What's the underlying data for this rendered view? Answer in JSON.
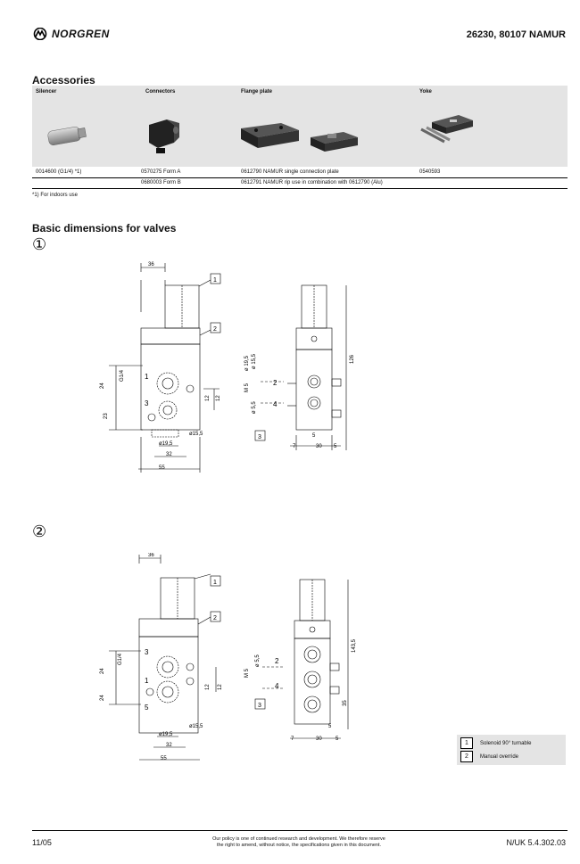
{
  "header": {
    "brand": "NORGREN",
    "doc_title": "26230, 80107 NAMUR"
  },
  "accessories": {
    "title": "Accessories",
    "columns": [
      "Silencer",
      "Connectors",
      "Flange plate",
      "Yoke"
    ],
    "rows": [
      [
        "0014600 (G1/4) *1)",
        "0570275 Form A",
        "0612790 NAMUR single connection plate",
        "0540593"
      ],
      [
        "",
        "0680003 Form B",
        "0612791 NAMUR rip use in combination with 0612790 (Alu)",
        ""
      ]
    ],
    "footnote": "*1) For indoors use"
  },
  "dimensions": {
    "title": "Basic dimensions for valves",
    "figure1_number": "①",
    "figure2_number": "②"
  },
  "legend": [
    {
      "num": "1",
      "text": "Solenoid 90° turnable"
    },
    {
      "num": "2",
      "text": "Manual override"
    }
  ],
  "footer": {
    "left": "11/05",
    "middle_line1": "Our policy is one of continued research and development. We therefore reserve",
    "middle_line2": "the right to amend, without notice, the specifications given in this document.",
    "right": "N/UK 5.4.302.03"
  }
}
